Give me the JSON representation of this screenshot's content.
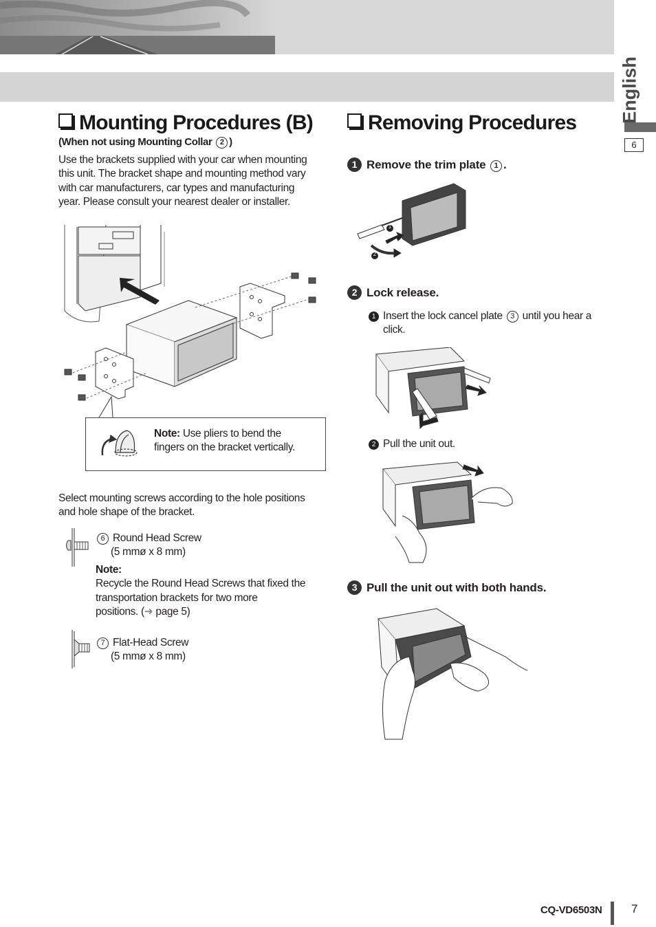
{
  "side_tab": {
    "language": "English",
    "page_box": "6"
  },
  "left": {
    "title": "Mounting Procedures (B)",
    "subtitle_pre": "(When not using Mounting Collar",
    "subtitle_num": "2",
    "subtitle_post": ")",
    "intro": [
      "Use the brackets supplied with your car when mounting",
      "this unit. The bracket shape and mounting method vary",
      "with car manufacturers, car types and manufacturing",
      "year. Please consult your nearest dealer or installer."
    ],
    "note_label": "Note:",
    "note_text_1": " Use pliers to bend the",
    "note_text_2": "fingers on the bracket vertically.",
    "select_text": [
      "Select mounting screws according to the hole positions",
      "and hole shape of the bracket."
    ],
    "screw6_num": "6",
    "screw6_name": "Round Head Screw",
    "screw6_size": "(5 mmø x 8 mm)",
    "recycle_label": "Note:",
    "recycle_text": [
      "Recycle the Round Head Screws that fixed the",
      "transportation brackets for two more"
    ],
    "recycle_last_pre": "positions. (",
    "recycle_last_post": " page 5)",
    "screw7_num": "7",
    "screw7_name": "Flat-Head Screw",
    "screw7_size": "(5 mmø x 8 mm)"
  },
  "right": {
    "title": "Removing Procedures",
    "step1_num": "1",
    "step1_text": "Remove the trim plate",
    "step1_ref": "1",
    "step1_end": ".",
    "step2_num": "2",
    "step2_text": "Lock release.",
    "sub1_num": "1",
    "sub1_text_pre": "Insert the lock cancel plate",
    "sub1_ref": "3",
    "sub1_text_post": " until you hear a",
    "sub1_text_2": "click.",
    "sub2_num": "2",
    "sub2_text": "Pull the unit out.",
    "step3_num": "3",
    "step3_text": "Pull the unit out with both hands.",
    "fig1_label1": "1",
    "fig1_label2": "2"
  },
  "footer": {
    "model": "CQ-VD6503N",
    "page": "7"
  }
}
